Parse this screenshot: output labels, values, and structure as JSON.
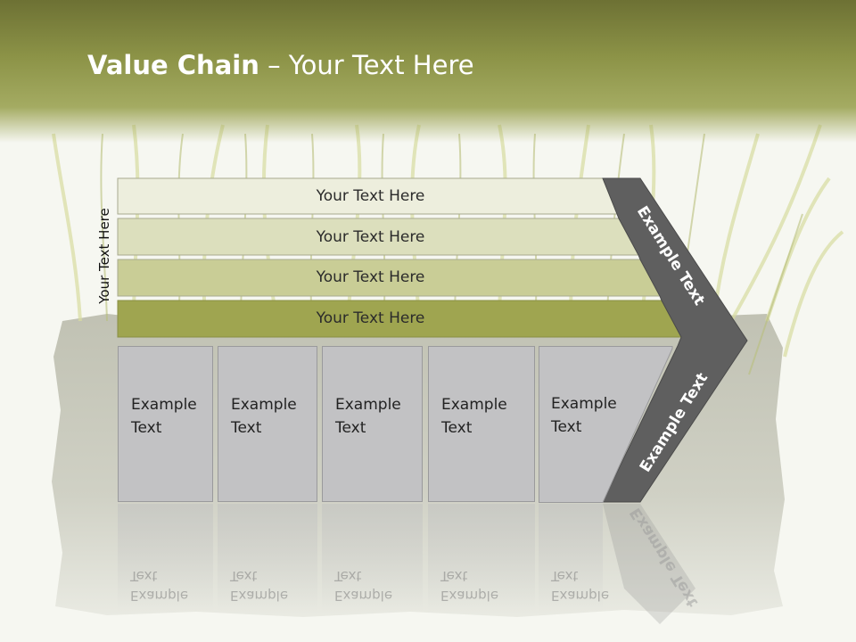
{
  "slide": {
    "title_bold": "Value Chain",
    "title_rest": " – Your Text Here",
    "side_label": "Your Text Here",
    "bands": [
      {
        "label": "Your Text Here",
        "color": "#edeedd"
      },
      {
        "label": "Your Text Here",
        "color": "#dcdfbd"
      },
      {
        "label": "Your Text Here",
        "color": "#c9cd96"
      },
      {
        "label": "Your Text Here",
        "color": "#9fa550"
      }
    ],
    "cells": [
      {
        "line1": "Example",
        "line2": "Text"
      },
      {
        "line1": "Example",
        "line2": "Text"
      },
      {
        "line1": "Example",
        "line2": "Text"
      },
      {
        "line1": "Example",
        "line2": "Text"
      },
      {
        "line1": "Example",
        "line2": "Text"
      }
    ],
    "chevron_top_text": "Example Text",
    "chevron_bottom_text": "Example Text",
    "colors": {
      "header": "#7a7f3a",
      "chevron": "#5f5f5f",
      "cell": "#c2c2c4"
    }
  }
}
